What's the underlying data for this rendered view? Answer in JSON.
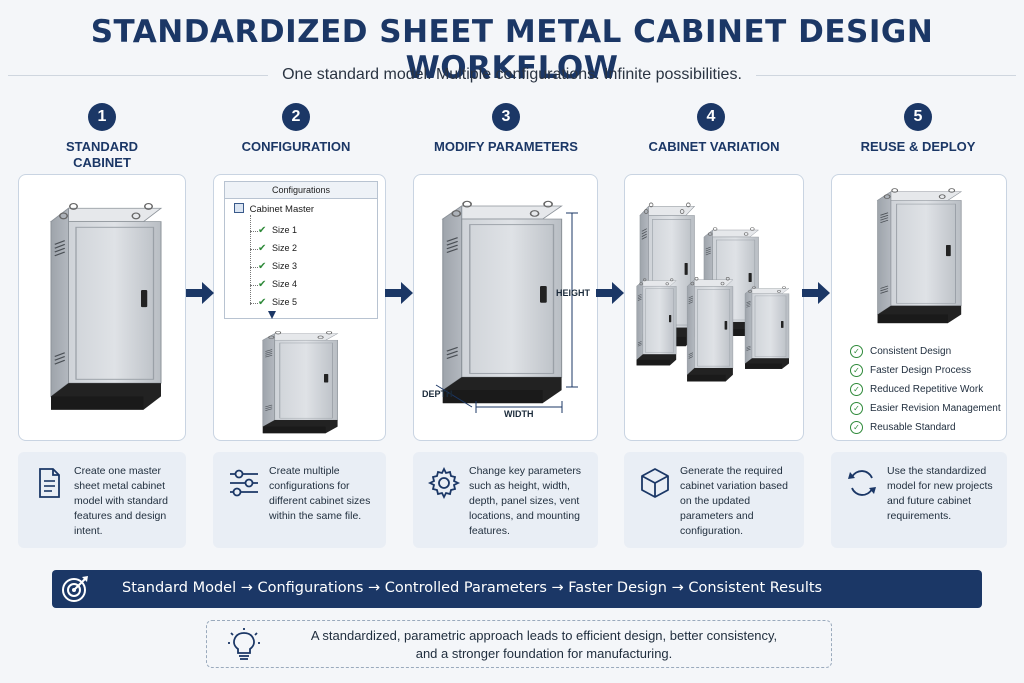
{
  "header": {
    "title": "STANDARDIZED SHEET METAL CABINET DESIGN WORKFLOW",
    "subtitle": "One standard model. Multiple configurations. Infinite possibilities."
  },
  "steps": [
    {
      "number": "1",
      "title": "STANDARD CABINET MODEL",
      "description": "Create one master sheet metal cabinet model with standard features and design intent.",
      "icon": "document-icon"
    },
    {
      "number": "2",
      "title": "CONFIGURATION",
      "description": "Create multiple configurations for different cabinet sizes within the same file.",
      "icon": "sliders-icon"
    },
    {
      "number": "3",
      "title": "MODIFY PARAMETERS",
      "description": "Change key parameters such as height, width, depth, panel sizes, vent locations, and mounting features.",
      "icon": "gear-icon"
    },
    {
      "number": "4",
      "title": "CABINET VARIATION",
      "description": "Generate the required cabinet variation based on the updated parameters and configuration.",
      "icon": "cube-icon"
    },
    {
      "number": "5",
      "title": "REUSE & DEPLOY",
      "description": "Use the standardized model for new projects and future cabinet requirements.",
      "icon": "refresh-icon"
    }
  ],
  "configurations": {
    "header": "Configurations",
    "root": "Cabinet Master",
    "items": [
      "Size 1",
      "Size 2",
      "Size 3",
      "Size 4",
      "Size 5"
    ]
  },
  "dimensions": {
    "height": "HEIGHT",
    "width": "WIDTH",
    "depth": "DEPTH"
  },
  "benefits": [
    "Consistent Design",
    "Faster Design Process",
    "Reduced Repetitive Work",
    "Easier Revision Management",
    "Reusable Standard"
  ],
  "flow_bar": {
    "text": "Standard Model  →  Configurations  →  Controlled Parameters  →  Faster Design  →  Consistent Results",
    "icon": "target-icon"
  },
  "footer_note": {
    "line1": "A standardized, parametric approach leads to efficient design, better consistency,",
    "line2": "and a stronger foundation for manufacturing.",
    "icon": "lightbulb-icon"
  },
  "colors": {
    "navy": "#1b3766",
    "check_green": "#2f8a3a",
    "panel_border": "#c9d4e2",
    "desc_bg": "#e9eef5"
  }
}
